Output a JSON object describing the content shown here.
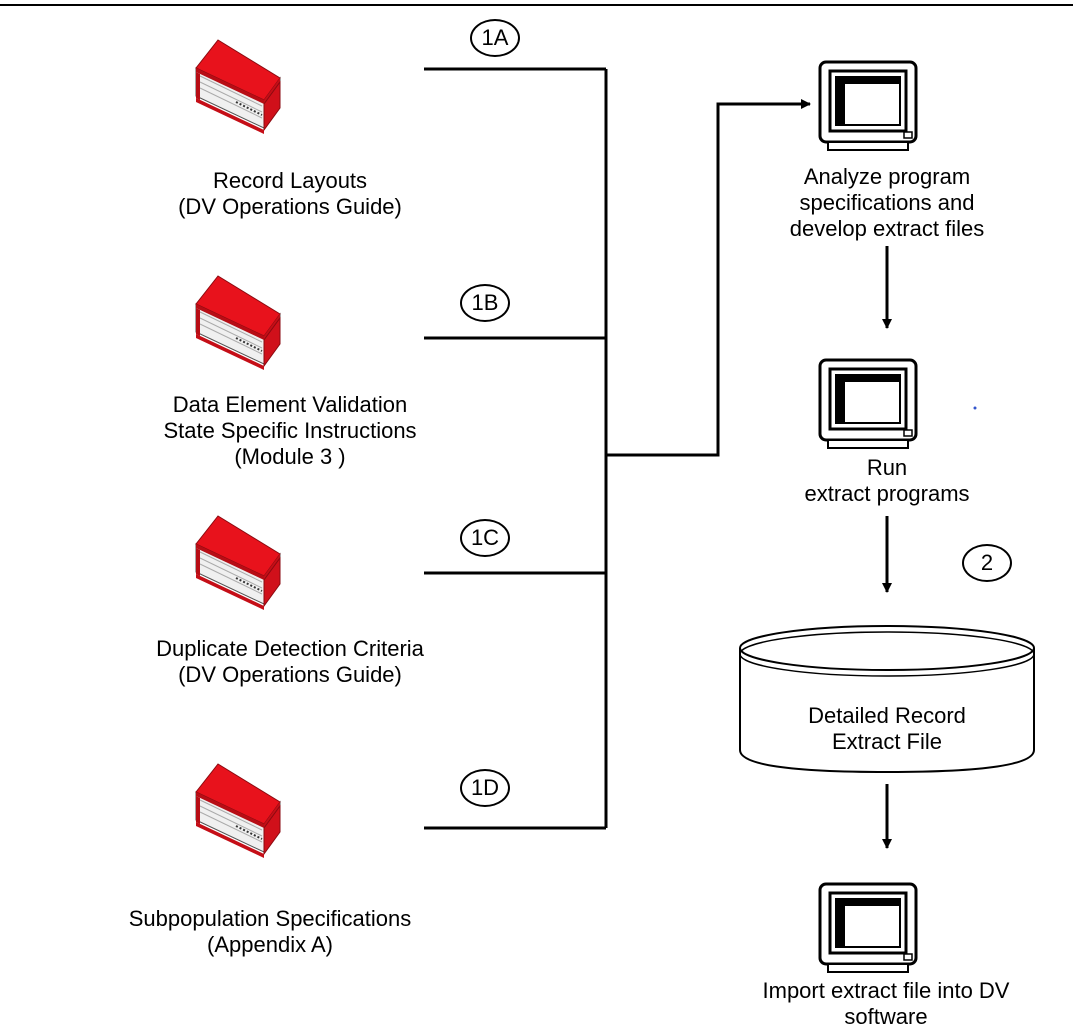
{
  "sources": [
    {
      "step": "1A",
      "line1": "Record Layouts",
      "line2": "(DV Operations Guide)",
      "line3": ""
    },
    {
      "step": "1B",
      "line1": "Data Element Validation",
      "line2": "State Specific Instructions",
      "line3": "(Module 3 )"
    },
    {
      "step": "1C",
      "line1": "Duplicate Detection Criteria",
      "line2": "(DV Operations Guide)",
      "line3": ""
    },
    {
      "step": "1D",
      "line1": "Subpopulation Specifications",
      "line2": "(Appendix A)",
      "line3": ""
    }
  ],
  "process": {
    "analyze": {
      "line1": "Analyze program",
      "line2": "specifications and",
      "line3": "develop extract files"
    },
    "run": {
      "line1": "Run",
      "line2": "extract programs"
    },
    "step2": "2",
    "file": {
      "line1": "Detailed Record",
      "line2": "Extract File"
    },
    "import": {
      "line1": "Import extract file into DV",
      "line2": "software"
    }
  },
  "colors": {
    "book_cover": "#e8121c",
    "book_spine": "#b80d15",
    "pages": "#f2f2f2",
    "line": "#000000"
  }
}
